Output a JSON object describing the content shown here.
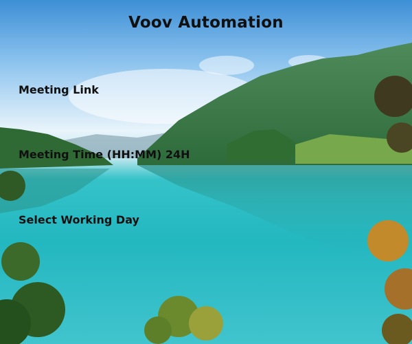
{
  "app": {
    "title": "Voov Automation"
  },
  "form": {
    "meeting_link_label": "Meeting Link",
    "meeting_time_label": "Meeting Time (HH:MM) 24H",
    "working_day_label": "Select Working Day"
  },
  "colors": {
    "text": "#101010",
    "lake": "#27b9c2",
    "sky": "#5aa7e3"
  }
}
